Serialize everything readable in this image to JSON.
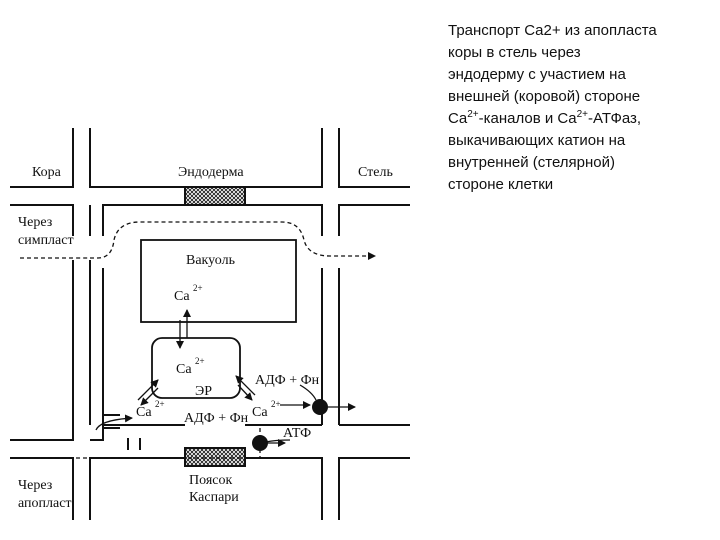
{
  "caption": {
    "lines": [
      "Транспорт Ca2+ из апопласта",
      "коры в стель через",
      "эндодерму с участием на",
      "внешней (коровой) стороне"
    ],
    "line5_a": "Ca",
    "line5_sup1": "2+",
    "line5_b": "-каналов и Ca",
    "line5_sup2": "2+",
    "line5_c": "-АТФаз,",
    "lines_end": [
      "выкачивающих катион на",
      "внутренней (стелярной)",
      "стороне клетки"
    ]
  },
  "diagram": {
    "label_cortex": "Кора",
    "label_endodermis": "Эндодерма",
    "label_stele": "Стель",
    "label_symplast_1": "Через",
    "label_symplast_2": "симпласт",
    "label_apoplast_1": "Через",
    "label_apoplast_2": "апопласт",
    "label_vacuole": "Вакуоль",
    "label_er": "ЭР",
    "label_caspary_1": "Поясок",
    "label_caspary_2": "Каспари",
    "ca": "Ca",
    "ca_charge": "2+",
    "adp_pn": "АДФ + Фн",
    "atp": "АТФ"
  },
  "colors": {
    "line": "#111111",
    "background": "#ffffff"
  }
}
